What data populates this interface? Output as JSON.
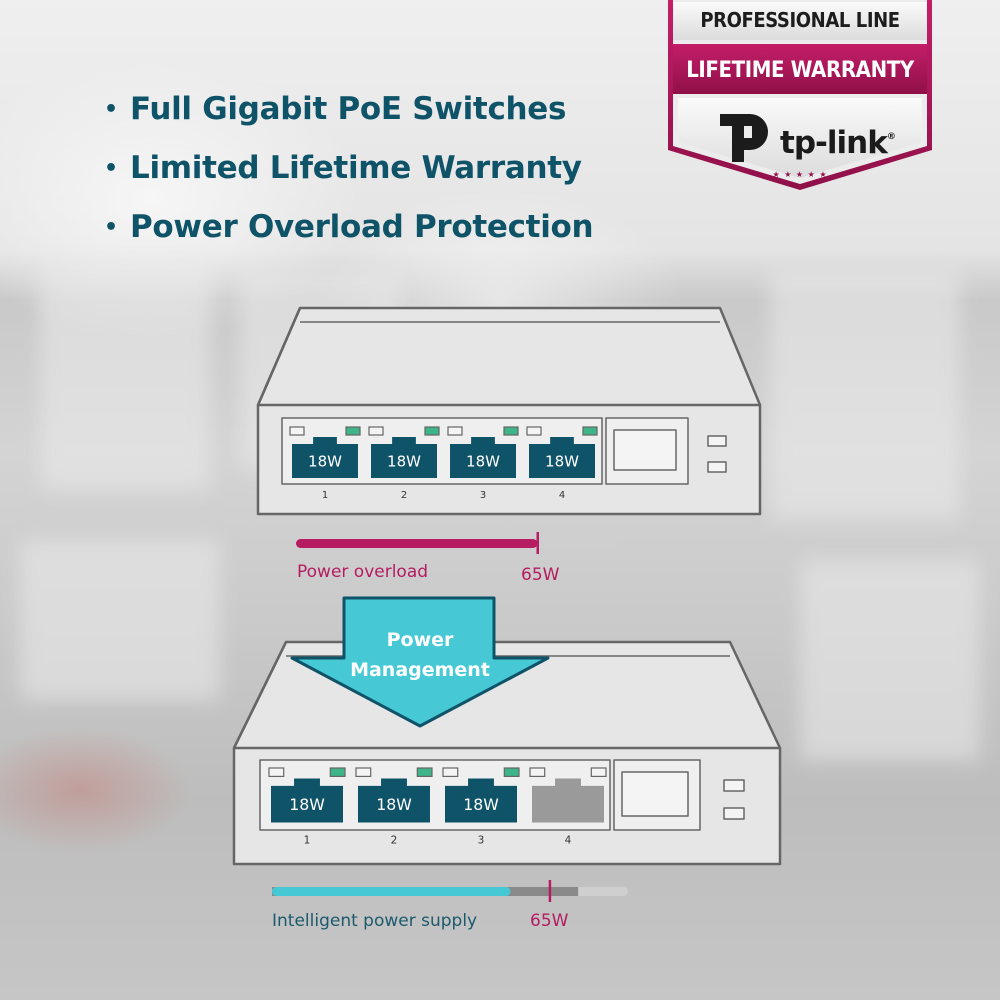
{
  "features": [
    "Full Gigabit PoE Switches",
    "Limited Lifetime Warranty",
    "Power Overload Protection"
  ],
  "badge": {
    "line1": "PROFESSIONAL LINE",
    "line2": "LIFETIME WARRANTY",
    "brand": "tp-link",
    "trademark": "®",
    "stars": "★ ★ ★ ★ ★"
  },
  "top_switch": {
    "ports": [
      {
        "label": "18W",
        "number": "1"
      },
      {
        "label": "18W",
        "number": "2"
      },
      {
        "label": "18W",
        "number": "3"
      },
      {
        "label": "18W",
        "number": "4"
      }
    ],
    "bar_label": "Power overload",
    "limit_label": "65W",
    "bar_level_percent": 75,
    "limit_percent": 75
  },
  "arrow": {
    "line1": "Power",
    "line2": "Management"
  },
  "bottom_switch": {
    "ports": [
      {
        "label": "18W",
        "number": "1"
      },
      {
        "label": "18W",
        "number": "2"
      },
      {
        "label": "18W",
        "number": "3"
      },
      {
        "label": "",
        "number": "4"
      }
    ],
    "bar_label": "Intelligent power supply",
    "limit_label": "65W",
    "supplied_percent": 67,
    "limit_percent": 78
  },
  "colors": {
    "heading": "#0f5368",
    "magenta": "#b51c62",
    "cyan": "#46c9d5",
    "port_dark": "#0f5368",
    "port_led": "#3eb489",
    "port_disabled": "#9a9a9a"
  }
}
